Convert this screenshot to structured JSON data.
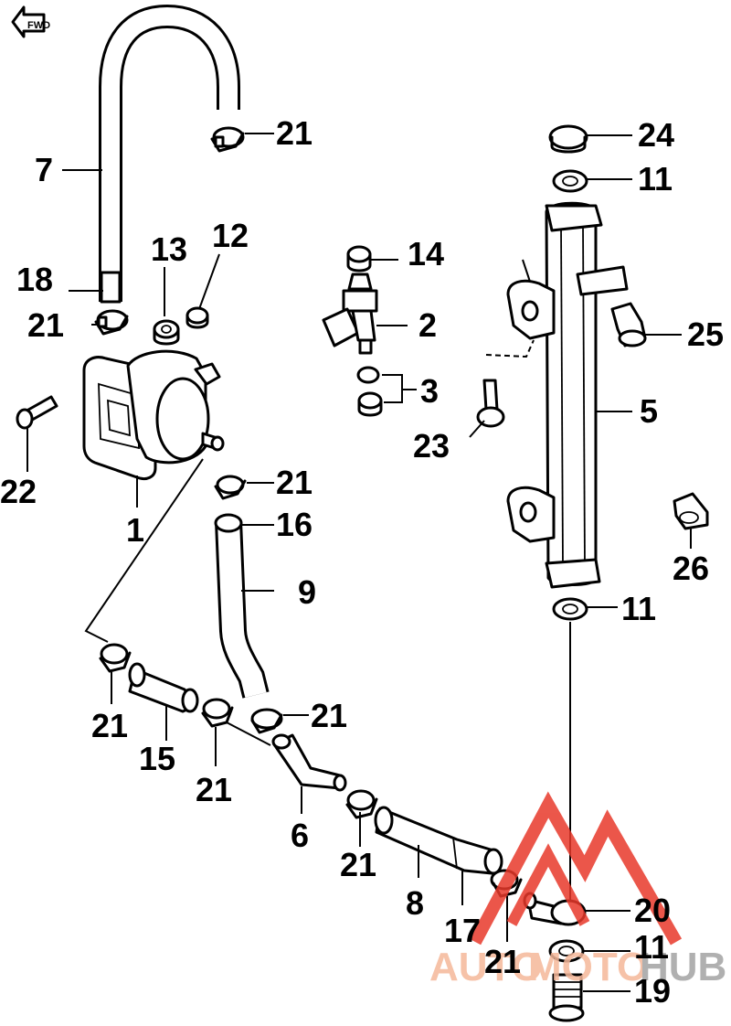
{
  "callouts": {
    "n1": "1",
    "n2": "2",
    "n3": "3",
    "n5": "5",
    "n6": "6",
    "n7": "7",
    "n8": "8",
    "n9": "9",
    "n11a": "11",
    "n11b": "11",
    "n11c": "11",
    "n12": "12",
    "n13": "13",
    "n14": "14",
    "n15": "15",
    "n16": "16",
    "n17": "17",
    "n18": "18",
    "n19": "19",
    "n20": "20",
    "n21a": "21",
    "n21b": "21",
    "n21c": "21",
    "n21d": "21",
    "n21e": "21",
    "n21f": "21",
    "n21g": "21",
    "n21h": "21",
    "n22": "22",
    "n23": "23",
    "n24": "24",
    "n25": "25",
    "n26": "26"
  },
  "front_marker": "FWD",
  "watermark": {
    "part1": "AUTO",
    "part2": "MOTO",
    "part3": "HUB",
    "color_main": "#f5b89a",
    "color_dark": "#a3a3a3",
    "triangle_color": "#e8392b"
  }
}
